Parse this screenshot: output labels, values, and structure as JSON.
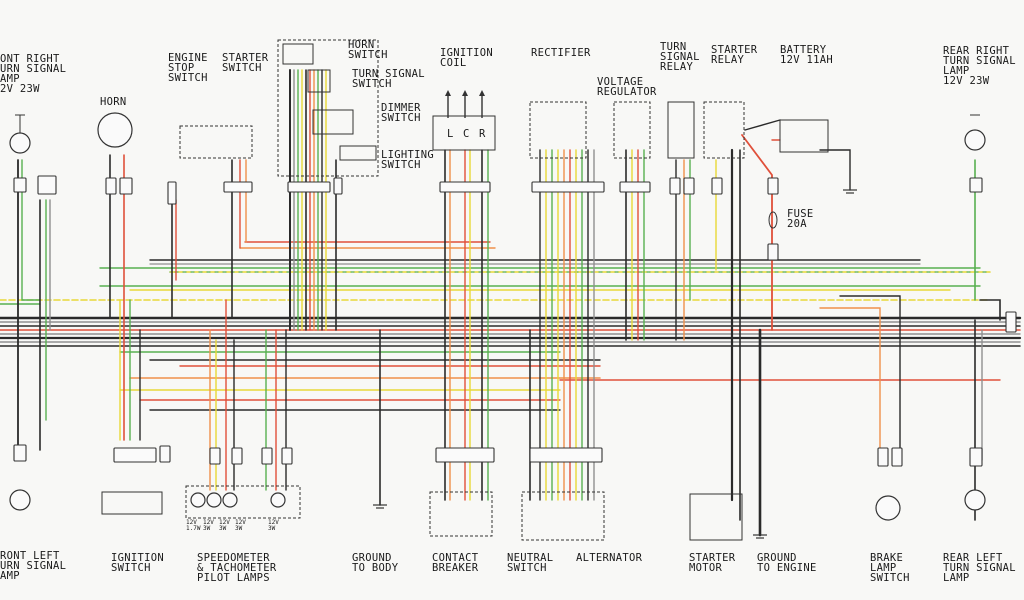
{
  "labels": {
    "front_right_turn": "ONT RIGHT\nURN SIGNAL\nAMP\n2V 23W",
    "horn": "HORN",
    "engine_stop": "ENGINE\nSTOP\nSWITCH",
    "starter_switch": "STARTER\nSWITCH",
    "horn_switch": "HORN\nSWITCH",
    "turn_signal_switch": "TURN SIGNAL\nSWITCH",
    "dimmer_switch": "DIMMER\nSWITCH",
    "lighting_switch": "LIGHTING\nSWITCH",
    "ignition_coil": "IGNITION\nCOIL",
    "rectifier": "RECTIFIER",
    "voltage_regulator": "VOLTAGE\nREGULATOR",
    "turn_signal_relay": "TURN\nSIGNAL\nRELAY",
    "starter_relay": "STARTER\nRELAY",
    "battery": "BATTERY\n12V 11AH",
    "rear_right_turn": "REAR RIGHT\nTURN SIGNAL\nLAMP\n12V 23W",
    "fuse": "FUSE\n20A",
    "front_left_turn": "RONT LEFT\nURN SIGNAL\nAMP",
    "ignition_switch": "IGNITION\nSWITCH",
    "speedometer": "SPEEDOMETER\n& TACHOMETER\nPILOT LAMPS",
    "ground_body": "GROUND\nTO BODY",
    "contact_breaker": "CONTACT\nBREAKER",
    "neutral_switch": "NEUTRAL\nSWITCH",
    "alternator": "ALTERNATOR",
    "starter_motor": "STARTER\nMOTOR",
    "ground_engine": "GROUND\nTO ENGINE",
    "brake_lamp": "BRAKE\nLAMP\nSWITCH",
    "rear_left_turn": "REAR LEFT\nTURN SIGNAL\nLAMP"
  },
  "coil_terminals": [
    "L",
    "C",
    "R"
  ],
  "lamp_ratings": [
    "12V\n1.7W",
    "12V\n3W",
    "12V\n3W",
    "12V\n3W",
    "12V\n3W"
  ],
  "colors": {
    "black": "#2a2a2a",
    "red": "#e0503a",
    "orange": "#f0904a",
    "yellow": "#e8d838",
    "green": "#58b050",
    "grey": "#909090",
    "component": "#333333"
  }
}
